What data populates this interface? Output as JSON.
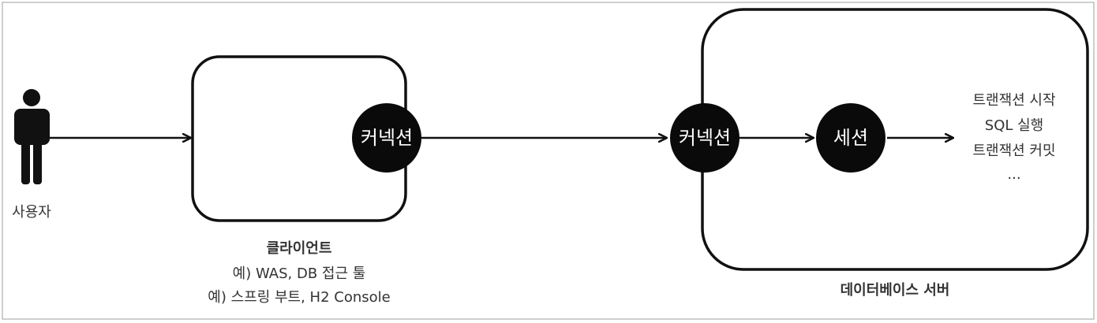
{
  "user": {
    "label": "사용자",
    "icon": "person-icon"
  },
  "client": {
    "connection_label": "커넥션",
    "title": "클라이언트",
    "example_1": "예) WAS, DB 접근 툴",
    "example_2": "예) 스프링 부트, H2 Console"
  },
  "db_server": {
    "connection_label": "커넥션",
    "session_label": "세션",
    "title": "데이터베이스 서버",
    "steps": [
      "트랜잭션 시작",
      "SQL 실행",
      "트랜잭션 커밋",
      "..."
    ]
  },
  "colors": {
    "node_fill": "#0a0a0a",
    "stroke": "#111111",
    "text": "#333333"
  }
}
